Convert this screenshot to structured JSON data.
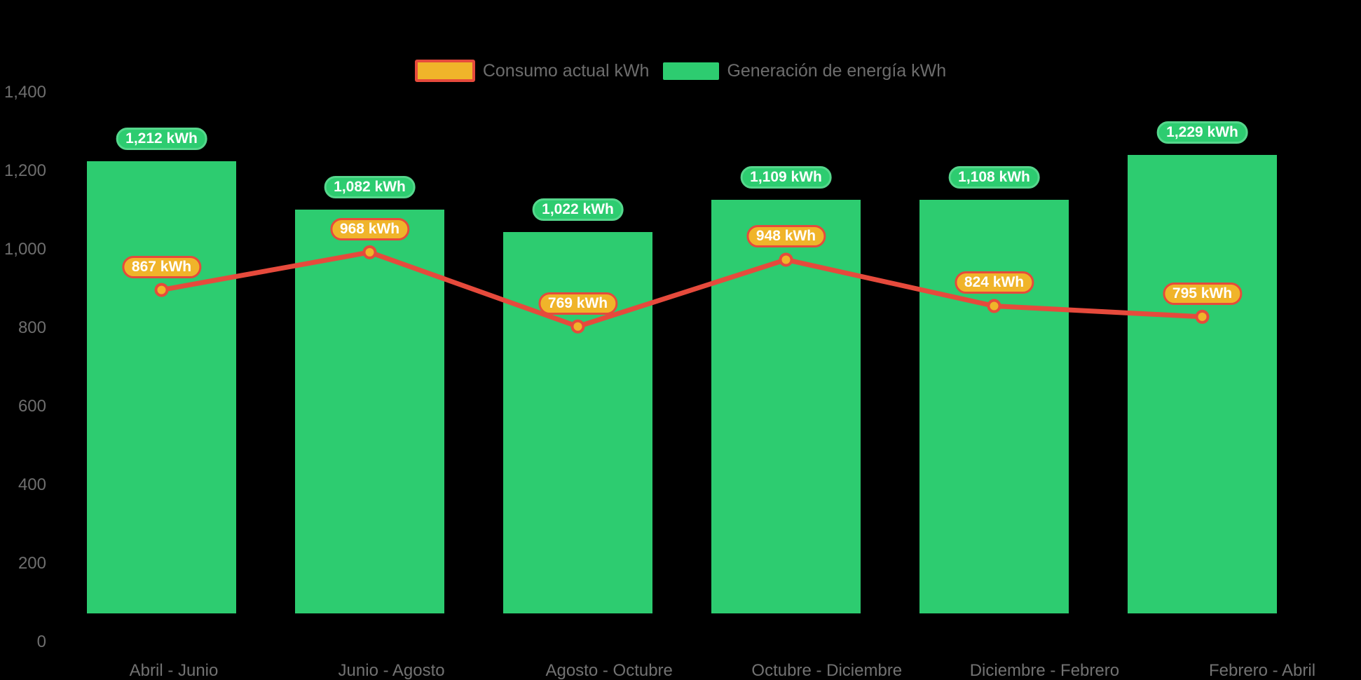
{
  "chart_data": {
    "type": "combo-bar-line",
    "background": "#000000",
    "categories": [
      "Abril - Junio",
      "Junio - Agosto",
      "Agosto - Octubre",
      "Octubre - Diciembre",
      "Diciembre - Febrero",
      "Febrero - Abril"
    ],
    "series": [
      {
        "name": "Generación de energía kWh",
        "type": "bar",
        "color": "#2dcc70",
        "label_pill_fill": "#2dcc70",
        "label_pill_border": "#55d78c",
        "values": [
          1212,
          1082,
          1022,
          1109,
          1108,
          1229
        ],
        "data_labels": [
          "1,212 kWh",
          "1,082 kWh",
          "1,022 kWh",
          "1,109 kWh",
          "1,108 kWh",
          "1,229 kWh"
        ]
      },
      {
        "name": "Consumo actual kWh",
        "type": "line",
        "color": "#e64a3c",
        "marker_fill": "#f0b42a",
        "label_pill_fill": "#f0b42a",
        "label_pill_border": "#e64a3c",
        "values": [
          867,
          968,
          769,
          948,
          824,
          795
        ],
        "data_labels": [
          "867 kWh",
          "968 kWh",
          "769 kWh",
          "948 kWh",
          "824 kWh",
          "795 kWh"
        ]
      }
    ],
    "ylim": [
      0,
      1400
    ],
    "y_ticks": [
      {
        "value": 1400,
        "label": "1,400"
      },
      {
        "value": 1200,
        "label": "1,200"
      },
      {
        "value": 1000,
        "label": "1,000"
      },
      {
        "value": 800,
        "label": "800"
      },
      {
        "value": 600,
        "label": "600"
      },
      {
        "value": 400,
        "label": "400"
      },
      {
        "value": 200,
        "label": "200"
      },
      {
        "value": 0,
        "label": "0"
      }
    ],
    "grid": false,
    "legend_position": "top",
    "legend": [
      {
        "label": "Consumo actual kWh",
        "swatch_fill": "#f0b42a",
        "swatch_border": "#e64a3c",
        "swatch_style": "outlined"
      },
      {
        "label": "Generación de energía kWh",
        "swatch_fill": "#2dcc70",
        "swatch_border": null,
        "swatch_style": "solid"
      }
    ],
    "axis_text_color": "#6e6e6e",
    "data_label_text_color": "#ffffff"
  }
}
